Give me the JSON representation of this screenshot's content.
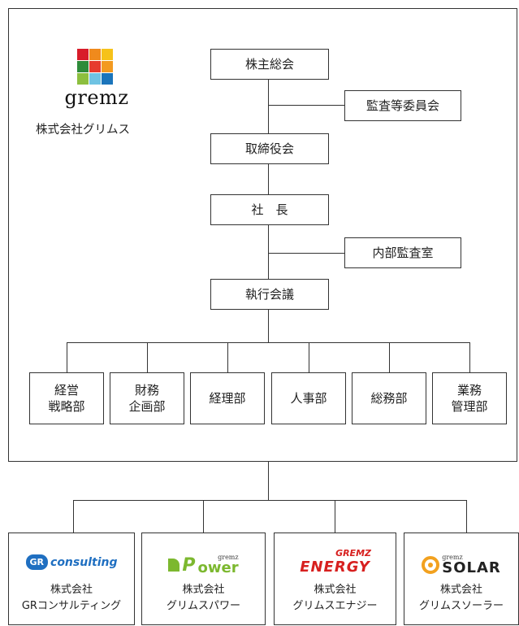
{
  "company": {
    "logo_text": "gremz",
    "name": "株式会社グリムス"
  },
  "org": {
    "shareholders": "株主総会",
    "audit_committee": "監査等委員会",
    "board": "取締役会",
    "president": "社　長",
    "internal_audit": "内部監査室",
    "executive_meeting": "執行会議",
    "departments": [
      "経営\n戦略部",
      "財務\n企画部",
      "経理部",
      "人事部",
      "総務部",
      "業務\n管理部"
    ]
  },
  "subsidiaries": [
    {
      "logo_mark": "GR",
      "logo_word": "consulting",
      "name": "株式会社\nGRコンサルティング"
    },
    {
      "logo_mark": "P",
      "logo_small": "gremz",
      "logo_word": "ower",
      "name": "株式会社\nグリムスパワー"
    },
    {
      "logo_top": "GREMZ",
      "logo_word": "ENERGY",
      "name": "株式会社\nグリムスエナジー"
    },
    {
      "logo_small": "gremz",
      "logo_word": "SOLAR",
      "name": "株式会社\nグリムスソーラー"
    }
  ],
  "colors": {
    "line": "#333333",
    "consulting_blue": "#1f6fc1",
    "power_green": "#7cb82f",
    "energy_red": "#d7201f",
    "solar_orange": "#f2a11f"
  }
}
